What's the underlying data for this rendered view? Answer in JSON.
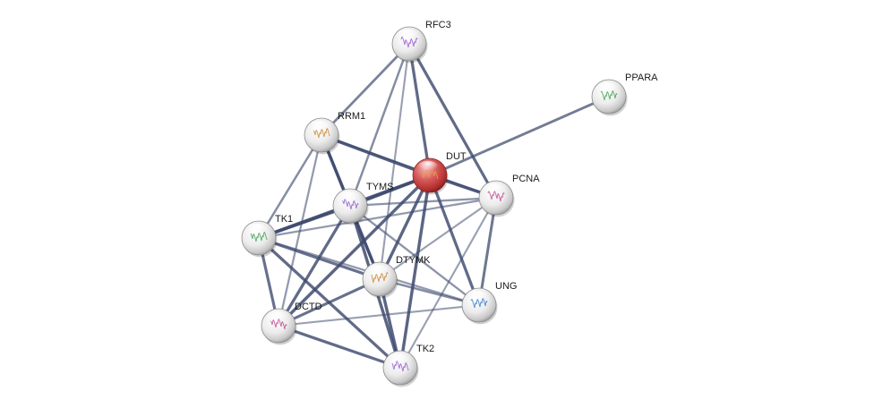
{
  "network": {
    "colors": {
      "background": "#ffffff",
      "edge": "#3e4a6e",
      "query_node": "#cc3b3b",
      "node": "#e8e8e8",
      "label": "#1a1a1a"
    },
    "nodes": [
      {
        "id": "RFC3",
        "label": "RFC3",
        "query": false
      },
      {
        "id": "PPARA",
        "label": "PPARA",
        "query": false
      },
      {
        "id": "RRM1",
        "label": "RRM1",
        "query": false
      },
      {
        "id": "DUT",
        "label": "DUT",
        "query": true
      },
      {
        "id": "PCNA",
        "label": "PCNA",
        "query": false
      },
      {
        "id": "TYMS",
        "label": "TYMS",
        "query": false
      },
      {
        "id": "TK1",
        "label": "TK1",
        "query": false
      },
      {
        "id": "DTYMK",
        "label": "DTYMK",
        "query": false
      },
      {
        "id": "UNG",
        "label": "UNG",
        "query": false
      },
      {
        "id": "DCTD",
        "label": "DCTD",
        "query": false
      },
      {
        "id": "TK2",
        "label": "TK2",
        "query": false
      }
    ],
    "edges": [
      {
        "source": "DUT",
        "target": "PPARA",
        "strength": 0.65
      },
      {
        "source": "DUT",
        "target": "RFC3",
        "strength": 0.8
      },
      {
        "source": "DUT",
        "target": "RRM1",
        "strength": 0.9
      },
      {
        "source": "DUT",
        "target": "PCNA",
        "strength": 0.9
      },
      {
        "source": "DUT",
        "target": "TYMS",
        "strength": 0.95
      },
      {
        "source": "DUT",
        "target": "TK1",
        "strength": 0.8
      },
      {
        "source": "DUT",
        "target": "DTYMK",
        "strength": 0.85
      },
      {
        "source": "DUT",
        "target": "UNG",
        "strength": 0.8
      },
      {
        "source": "DUT",
        "target": "DCTD",
        "strength": 0.85
      },
      {
        "source": "DUT",
        "target": "TK2",
        "strength": 0.85
      },
      {
        "source": "RFC3",
        "target": "RRM1",
        "strength": 0.6
      },
      {
        "source": "RFC3",
        "target": "PCNA",
        "strength": 0.8
      },
      {
        "source": "RFC3",
        "target": "TYMS",
        "strength": 0.5
      },
      {
        "source": "RFC3",
        "target": "DTYMK",
        "strength": 0.35
      },
      {
        "source": "RRM1",
        "target": "TYMS",
        "strength": 0.9
      },
      {
        "source": "RRM1",
        "target": "TK1",
        "strength": 0.5
      },
      {
        "source": "RRM1",
        "target": "DTYMK",
        "strength": 0.7
      },
      {
        "source": "RRM1",
        "target": "DCTD",
        "strength": 0.4
      },
      {
        "source": "RRM1",
        "target": "PCNA",
        "strength": 0.4
      },
      {
        "source": "TYMS",
        "target": "TK1",
        "strength": 0.95
      },
      {
        "source": "TYMS",
        "target": "DTYMK",
        "strength": 0.9
      },
      {
        "source": "TYMS",
        "target": "DCTD",
        "strength": 0.8
      },
      {
        "source": "TYMS",
        "target": "TK2",
        "strength": 0.85
      },
      {
        "source": "TYMS",
        "target": "PCNA",
        "strength": 0.45
      },
      {
        "source": "TYMS",
        "target": "UNG",
        "strength": 0.45
      },
      {
        "source": "TK1",
        "target": "PCNA",
        "strength": 0.4
      },
      {
        "source": "TK1",
        "target": "DTYMK",
        "strength": 0.75
      },
      {
        "source": "TK1",
        "target": "DCTD",
        "strength": 0.75
      },
      {
        "source": "TK1",
        "target": "TK2",
        "strength": 0.8
      },
      {
        "source": "TK1",
        "target": "UNG",
        "strength": 0.4
      },
      {
        "source": "PCNA",
        "target": "UNG",
        "strength": 0.7
      },
      {
        "source": "PCNA",
        "target": "DTYMK",
        "strength": 0.35
      },
      {
        "source": "PCNA",
        "target": "TK2",
        "strength": 0.35
      },
      {
        "source": "DTYMK",
        "target": "DCTD",
        "strength": 0.75
      },
      {
        "source": "DTYMK",
        "target": "TK2",
        "strength": 0.85
      },
      {
        "source": "DTYMK",
        "target": "UNG",
        "strength": 0.5
      },
      {
        "source": "DCTD",
        "target": "TK2",
        "strength": 0.8
      },
      {
        "source": "DCTD",
        "target": "UNG",
        "strength": 0.35
      }
    ]
  }
}
